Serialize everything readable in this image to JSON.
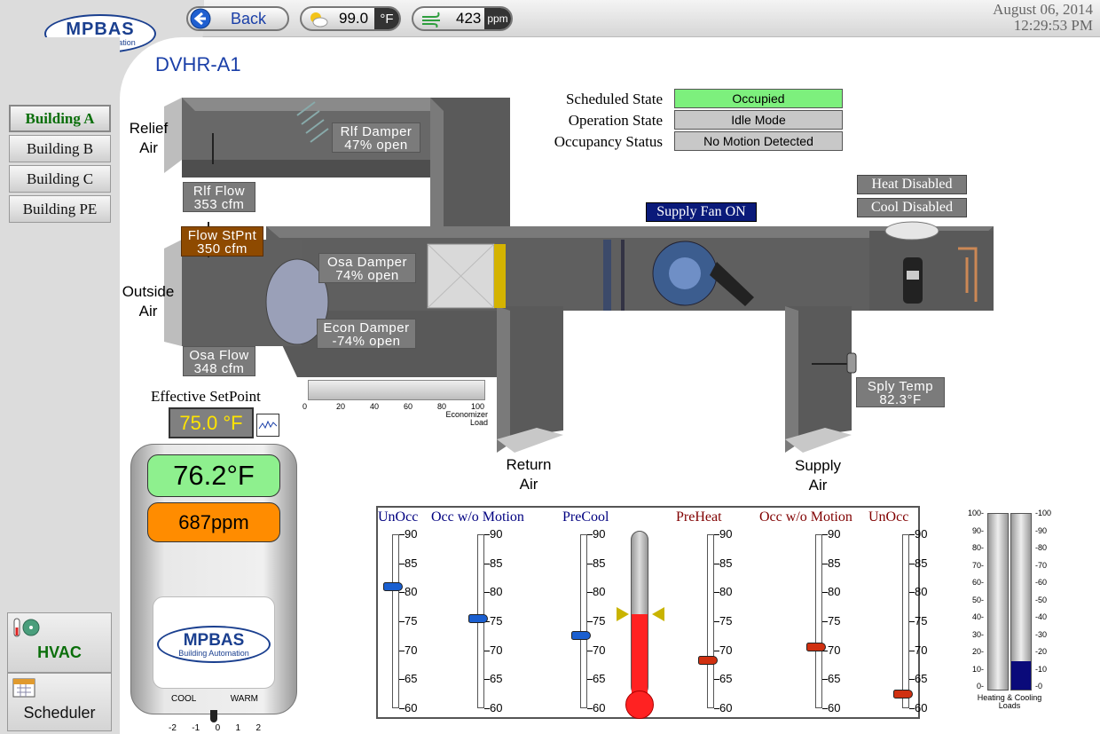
{
  "header": {
    "back_label": "Back",
    "outside_temp": "99.0",
    "outside_temp_unit": "°F",
    "co2_value": "423",
    "co2_unit": "ppm",
    "date": "August 06, 2014",
    "time": "12:29:53 PM"
  },
  "logo": {
    "name": "MPBAS",
    "tagline": "Building Automation"
  },
  "page_title": "DVHR-A1",
  "sidebar": {
    "buildings": [
      {
        "label": "Building A",
        "active": true
      },
      {
        "label": "Building B",
        "active": false
      },
      {
        "label": "Building C",
        "active": false
      },
      {
        "label": "Building PE",
        "active": false
      }
    ],
    "hvac_label": "HVAC",
    "scheduler_label": "Scheduler"
  },
  "states": {
    "scheduled_label": "Scheduled State",
    "scheduled_value": "Occupied",
    "scheduled_color": "#7df07d",
    "operation_label": "Operation State",
    "operation_value": "Idle Mode",
    "occupancy_label": "Occupancy Status",
    "occupancy_value": "No Motion Detected"
  },
  "duct": {
    "relief_air": [
      "Relief",
      "Air"
    ],
    "outside_air": [
      "Outside",
      "Air"
    ],
    "return_air": [
      "Return",
      "Air"
    ],
    "supply_air": [
      "Supply",
      "Air"
    ],
    "rlf_damper": [
      "Rlf  Damper",
      "47%  open"
    ],
    "rlf_flow": [
      "Rlf  Flow",
      "353  cfm"
    ],
    "flow_stpnt": [
      "Flow  StPnt",
      "350  cfm"
    ],
    "osa_damper": [
      "Osa  Damper",
      "74%  open"
    ],
    "econ_damper": [
      "Econ  Damper",
      "-74%  open"
    ],
    "osa_flow": [
      "Osa  Flow",
      "348  cfm"
    ],
    "sply_temp": [
      "Sply  Temp",
      "82.3°F"
    ],
    "supply_fan": "Supply Fan ON",
    "heat_disabled": "Heat Disabled",
    "cool_disabled": "Cool Disabled"
  },
  "economizer": {
    "ticks": [
      "0",
      "20",
      "40",
      "60",
      "80",
      "100"
    ],
    "label": [
      "Economizer",
      "Load"
    ],
    "load_pct": 0
  },
  "setpoint": {
    "label": "Effective SetPoint",
    "value": "75.0 °F"
  },
  "thermostat": {
    "temp": "76.2°F",
    "co2": "687ppm",
    "cool": "COOL",
    "warm": "WARM",
    "dial": [
      "-2",
      "-1",
      "0",
      "1",
      "2"
    ]
  },
  "scales": {
    "ticks": [
      "90",
      "85",
      "80",
      "75",
      "70",
      "65",
      "60"
    ],
    "headers": [
      {
        "text": "UnOcc",
        "color": "#000080"
      },
      {
        "text": "Occ w/o Motion",
        "color": "#000080"
      },
      {
        "text": "PreCool",
        "color": "#000080"
      },
      {
        "text": "PreHeat",
        "color": "#800000"
      },
      {
        "text": "Occ w/o Motion",
        "color": "#800000"
      },
      {
        "text": "UnOcc",
        "color": "#800000"
      }
    ],
    "markers": [
      81.0,
      75.4,
      72.5,
      68.2,
      70.5,
      62.4
    ],
    "zone_temp": 76.2
  },
  "loads": {
    "ticks": [
      "100",
      "90",
      "80",
      "70",
      "60",
      "50",
      "40",
      "30",
      "20",
      "10",
      "0"
    ],
    "heating": 0,
    "cooling": 16,
    "label": [
      "Heating & Cooling",
      "Loads"
    ]
  }
}
